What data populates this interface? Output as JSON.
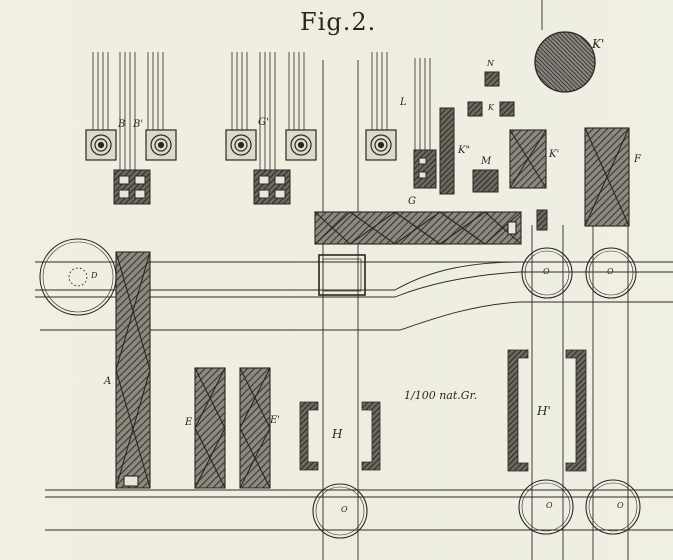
{
  "title": "Fig.2.",
  "scale_note": "1/100 nat.Gr.",
  "labels": {
    "A": "A",
    "B": "B",
    "B_prime": "B'",
    "G_prime": "G'",
    "L": "L",
    "N": "N",
    "K": "K",
    "K_double": "K\"",
    "M": "M",
    "K_prime_top": "K'",
    "K_prime_mid": "K'",
    "F": "F",
    "G": "G",
    "D": "D",
    "E": "E",
    "E_prime": "E'",
    "H": "H",
    "H_prime": "H'",
    "O": "O"
  }
}
